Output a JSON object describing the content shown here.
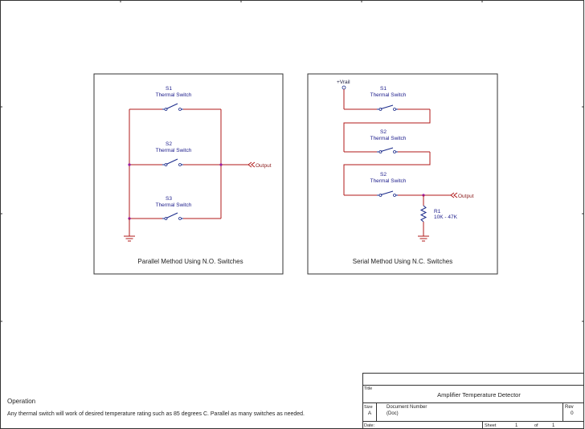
{
  "diagrams": {
    "parallel": {
      "caption": "Parallel Method Using N.O. Switches",
      "switches": [
        {
          "ref": "S1",
          "name": "Thermal Switch"
        },
        {
          "ref": "S2",
          "name": "Thermal Switch"
        },
        {
          "ref": "S3",
          "name": "Thermal Switch"
        }
      ],
      "output_label": "Output"
    },
    "serial": {
      "caption": "Serial Method Using N.C. Switches",
      "rail_label": "+Vrail",
      "switches": [
        {
          "ref": "S1",
          "name": "Thermal Switch"
        },
        {
          "ref": "S2",
          "name": "Thermal Switch"
        },
        {
          "ref": "S2",
          "name": "Thermal Switch"
        }
      ],
      "output_label": "Output",
      "resistor": {
        "ref": "R1",
        "value": "10K - 47K"
      }
    }
  },
  "notes": {
    "heading": "Operation",
    "text": "Any thermal switch will work of desired temperature rating such as 85 degrees C. Parallel as many switches as needed."
  },
  "title_block": {
    "title_label": "Title",
    "title": "Amplifier Temperature Detector",
    "size_label": "Size",
    "size": "A",
    "docnum_label": "Document Number",
    "docnum": "(Doc)",
    "rev_label": "Rev",
    "rev": "0",
    "date_label": "Date:",
    "sheet_label": "Sheet",
    "sheet": "1",
    "of_label": "of",
    "total": "1"
  },
  "colors": {
    "wire": "#b01818",
    "component": "#1a2a8a",
    "junction": "#9a1aa0"
  }
}
